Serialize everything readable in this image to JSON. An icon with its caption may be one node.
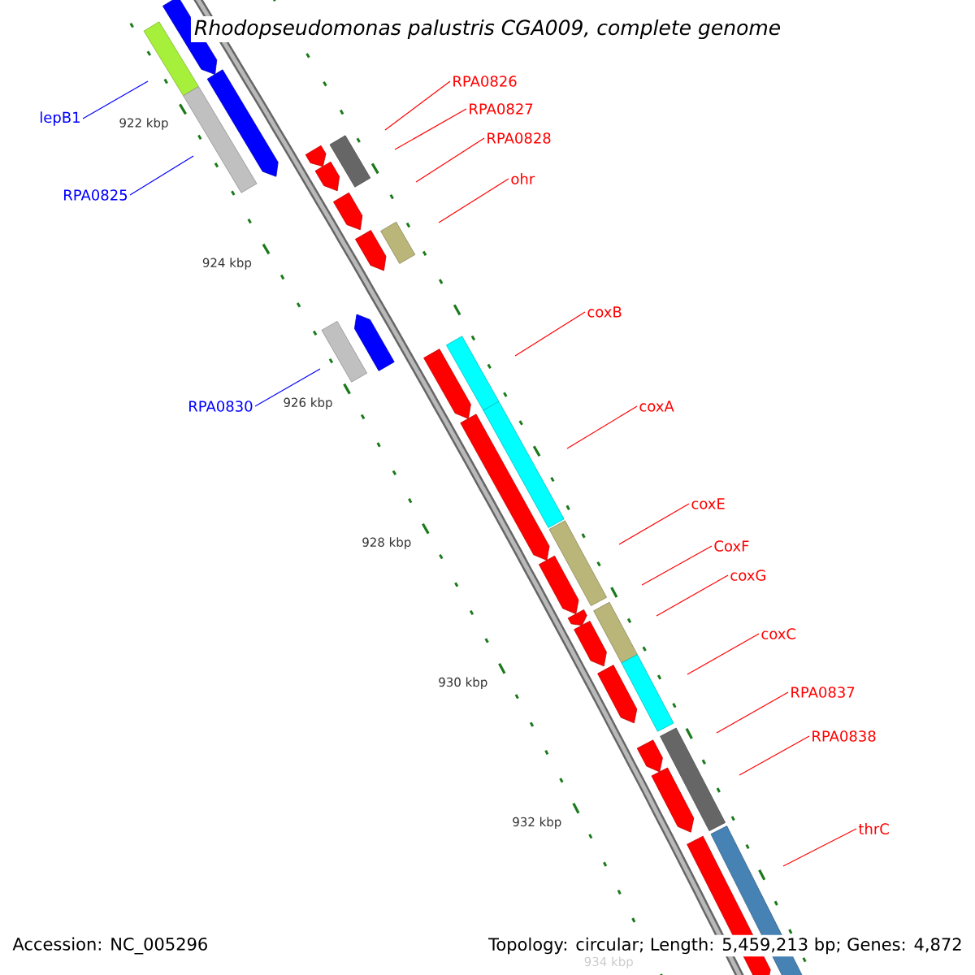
{
  "diagram": {
    "title": "Rhodopseudomonas palustris CGA009, complete genome",
    "nodes": [
      {
        "text": [
          "RPA0826"
        ]
      },
      {
        "text": [
          "RPA0827"
        ]
      },
      {
        "text": [
          "lepB1"
        ]
      },
      {
        "text": [
          "RPA0828"
        ]
      },
      {
        "text": [
          "ohr"
        ]
      },
      {
        "text": [
          "RPA0825"
        ]
      },
      {
        "text": [
          "coxB"
        ]
      },
      {
        "text": [
          "coxA"
        ]
      },
      {
        "text": [
          "RPA0830"
        ]
      },
      {
        "text": [
          "coxE"
        ]
      },
      {
        "text": [
          "CoxF"
        ]
      },
      {
        "text": [
          "coxG"
        ]
      },
      {
        "text": [
          "coxC"
        ]
      },
      {
        "text": [
          "RPA0837"
        ]
      },
      {
        "text": [
          "RPA0838"
        ]
      },
      {
        "text": [
          "thrC"
        ]
      }
    ],
    "edges": [
      {
        "from": 0,
        "to": null,
        "arrow": "none"
      },
      {
        "from": 1,
        "to": null,
        "arrow": "none"
      },
      {
        "from": 2,
        "to": null,
        "arrow": "none",
        "color": "#0000ff"
      },
      {
        "from": 3,
        "to": null,
        "arrow": "none"
      },
      {
        "from": 4,
        "to": null,
        "arrow": "none"
      },
      {
        "from": 5,
        "to": null,
        "arrow": "none",
        "color": "#0000ff"
      },
      {
        "from": 6,
        "to": null,
        "arrow": "none"
      },
      {
        "from": 7,
        "to": null,
        "arrow": "none"
      },
      {
        "from": 8,
        "to": null,
        "arrow": "none",
        "color": "#0000ff"
      },
      {
        "from": 9,
        "to": null,
        "arrow": "none"
      },
      {
        "from": 10,
        "to": null,
        "arrow": "none"
      },
      {
        "from": 11,
        "to": null,
        "arrow": "none"
      },
      {
        "from": 12,
        "to": null,
        "arrow": "none"
      },
      {
        "from": 13,
        "to": null,
        "arrow": "none"
      },
      {
        "from": 14,
        "to": null,
        "arrow": "none"
      },
      {
        "from": 15,
        "to": null,
        "arrow": "none"
      }
    ],
    "labels": [
      "922 kbp",
      "924 kbp",
      "926 kbp",
      "928 kbp",
      "930 kbp",
      "932 kbp",
      "934 kbp",
      "Accession: NC_005296",
      "Topology: circular; Length: 5,459,213 bp; Genes: 4,872"
    ]
  }
}
